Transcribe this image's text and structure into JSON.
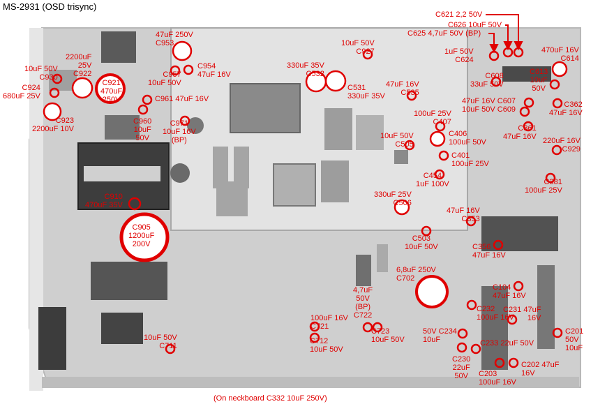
{
  "title": "MS-2931 (OSD trisync)",
  "footer": "(On neckboard C332 10uF 250V)",
  "colors": {
    "marker": "#e00000",
    "board": "#cfcfcf"
  },
  "labels": [
    {
      "id": "c621",
      "lines": [
        "C621 2,2 50V"
      ]
    },
    {
      "id": "c626",
      "lines": [
        "C626 10uF 50V"
      ]
    },
    {
      "id": "c625",
      "lines": [
        "C625 4,7uF 50V (BP)"
      ]
    },
    {
      "id": "c953",
      "lines": [
        "47uF 250V",
        "C953"
      ]
    },
    {
      "id": "c927",
      "lines": [
        "10uF 50V",
        "C927"
      ]
    },
    {
      "id": "c624",
      "lines": [
        "1uF 50V",
        "C624"
      ]
    },
    {
      "id": "c614",
      "lines": [
        "470uF 16V",
        "C614"
      ]
    },
    {
      "id": "c930",
      "lines": [
        "10uF 50V",
        "C930"
      ]
    },
    {
      "id": "c922",
      "lines": [
        "2200uF",
        "25V",
        "C922"
      ]
    },
    {
      "id": "c957",
      "lines": [
        "C957",
        "10uF 50V"
      ]
    },
    {
      "id": "c954",
      "lines": [
        "C954",
        "47uF 16V"
      ]
    },
    {
      "id": "c532",
      "lines": [
        "330uF 35V",
        "C532"
      ]
    },
    {
      "id": "c531",
      "lines": [
        "C531",
        "330uF 35V"
      ]
    },
    {
      "id": "c608",
      "lines": [
        "C608",
        "33uF 50V"
      ]
    },
    {
      "id": "c613",
      "lines": [
        "C613",
        "10uF",
        "50V"
      ]
    },
    {
      "id": "c924",
      "lines": [
        "C924",
        "680uF 25V"
      ]
    },
    {
      "id": "c921",
      "lines": [
        "C921",
        "470uF",
        "250V"
      ]
    },
    {
      "id": "c535",
      "lines": [
        "47uF 16V",
        "C535"
      ]
    },
    {
      "id": "c961",
      "lines": [
        "C961 47uF 16V"
      ]
    },
    {
      "id": "c607",
      "lines": [
        "47uF 16V C607",
        "10uF 50V C609"
      ]
    },
    {
      "id": "c362",
      "lines": [
        "C362",
        "47uF 16V"
      ]
    },
    {
      "id": "c923",
      "lines": [
        "C923",
        "2200uF 10V"
      ]
    },
    {
      "id": "c960",
      "lines": [
        "C960",
        "10uF",
        "50V"
      ]
    },
    {
      "id": "c971",
      "lines": [
        "C971",
        "10uF 16V",
        "(BP)"
      ]
    },
    {
      "id": "c407",
      "lines": [
        "100uF 25V",
        "C407"
      ]
    },
    {
      "id": "c361",
      "lines": [
        "C361",
        "47uF 16V"
      ]
    },
    {
      "id": "c406",
      "lines": [
        "C406",
        "100uF 50V"
      ]
    },
    {
      "id": "c505",
      "lines": [
        "10uF 50V",
        "C505"
      ]
    },
    {
      "id": "c929",
      "lines": [
        "220uF 16V",
        "C929"
      ]
    },
    {
      "id": "c401",
      "lines": [
        "C401",
        "100uF 25V"
      ]
    },
    {
      "id": "c454",
      "lines": [
        "C454",
        "1uF 100V"
      ]
    },
    {
      "id": "c381",
      "lines": [
        "C381",
        "100uF 25V"
      ]
    },
    {
      "id": "c506",
      "lines": [
        "330uF 25V",
        "C506"
      ]
    },
    {
      "id": "c910",
      "lines": [
        "C910",
        "470uF 35V"
      ]
    },
    {
      "id": "c353",
      "lines": [
        "47uF 16V",
        "C353"
      ]
    },
    {
      "id": "c905",
      "lines": [
        "C905",
        "1200uF",
        "200V"
      ]
    },
    {
      "id": "c503",
      "lines": [
        "C503",
        "10uF 50V"
      ]
    },
    {
      "id": "c356",
      "lines": [
        "C356",
        "47uF 16V"
      ]
    },
    {
      "id": "c702",
      "lines": [
        "6,8uF 250V",
        "C702"
      ]
    },
    {
      "id": "c104",
      "lines": [
        "C104",
        "47uF 16V"
      ]
    },
    {
      "id": "c722",
      "lines": [
        "4,7uF",
        "50V",
        "(BP)",
        "C722"
      ]
    },
    {
      "id": "c232",
      "lines": [
        "C232",
        "100uF 16V"
      ]
    },
    {
      "id": "c231",
      "lines": [
        "C231 47uF",
        "16V"
      ]
    },
    {
      "id": "c721",
      "lines": [
        "100uF 16V",
        "C721"
      ]
    },
    {
      "id": "c723",
      "lines": [
        "C723",
        "10uF 50V"
      ]
    },
    {
      "id": "c234",
      "lines": [
        "50V C234",
        "10uF"
      ]
    },
    {
      "id": "c201",
      "lines": [
        "C201",
        "50V",
        "10uF"
      ]
    },
    {
      "id": "c712",
      "lines": [
        "C712",
        "10uF 50V"
      ]
    },
    {
      "id": "c711",
      "lines": [
        "10uF 50V",
        "C711"
      ]
    },
    {
      "id": "c233",
      "lines": [
        "C233 22uF 50V"
      ]
    },
    {
      "id": "c230",
      "lines": [
        "C230",
        "22uF",
        "50V"
      ]
    },
    {
      "id": "c202",
      "lines": [
        "C202 47uF",
        "16V"
      ]
    },
    {
      "id": "c203",
      "lines": [
        "C203",
        "100uF 16V"
      ]
    }
  ]
}
